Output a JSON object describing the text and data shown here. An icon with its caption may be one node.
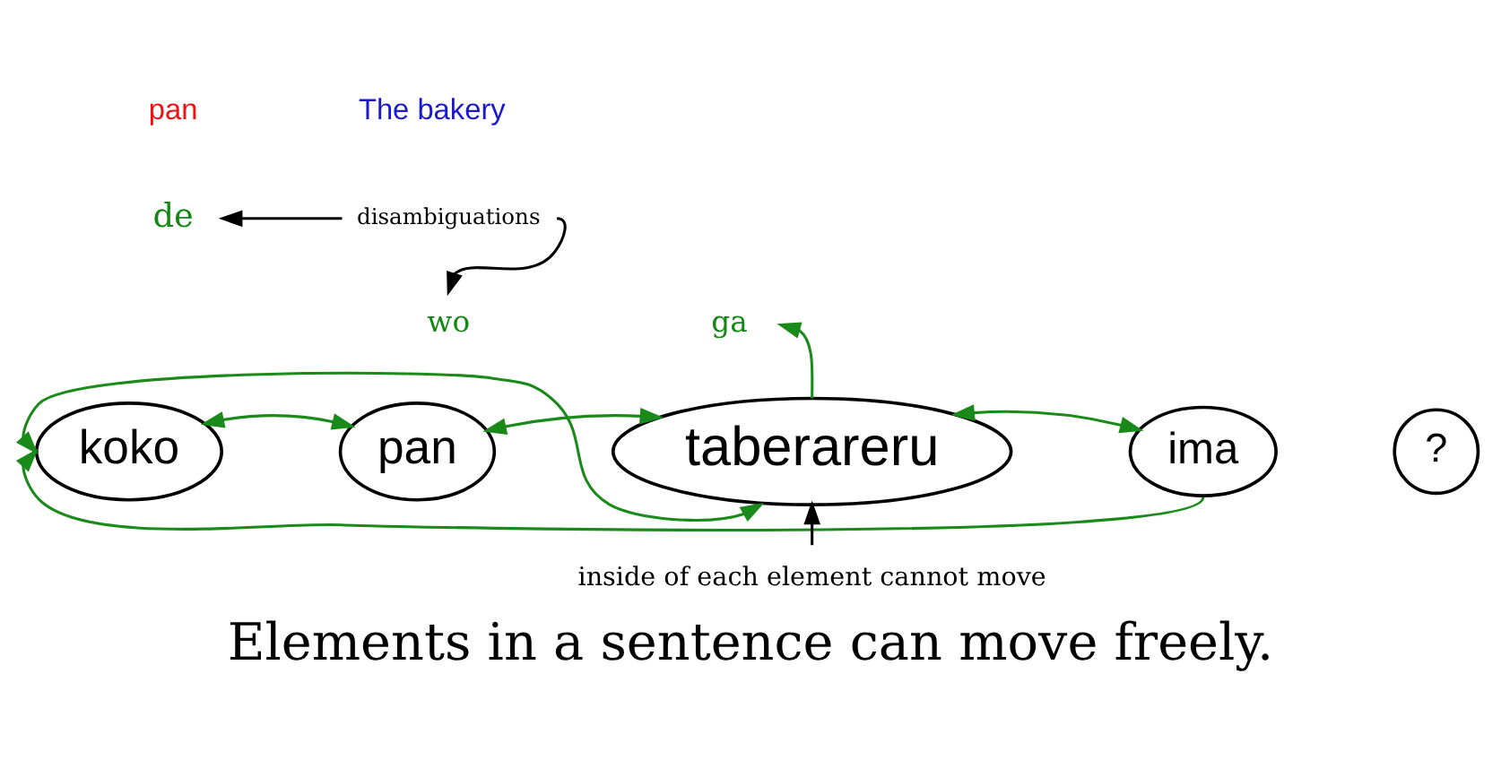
{
  "diagram": {
    "caption": "Elements in a sentence can move freely.",
    "nodes": [
      {
        "text": [
          "koko"
        ]
      },
      {
        "text": [
          "pan"
        ]
      },
      {
        "text": [
          "taberareru"
        ]
      },
      {
        "text": [
          "ima"
        ]
      },
      {
        "text": [
          "?"
        ]
      },
      {
        "text": [
          "de"
        ]
      },
      {
        "text": [
          "ga"
        ]
      },
      {
        "text": [
          "wo"
        ]
      },
      {
        "text": [
          "disambiguations"
        ]
      },
      {
        "text": [
          "inside of each element cannot move"
        ]
      }
    ],
    "edges": [
      {
        "from": 0,
        "to": 1,
        "arrow": "both"
      },
      {
        "from": 1,
        "to": 2,
        "arrow": "both"
      },
      {
        "from": 0,
        "to": 2,
        "arrow": "both"
      },
      {
        "from": 2,
        "to": 3,
        "arrow": "both"
      },
      {
        "from": 3,
        "to": 0,
        "arrow": "to"
      },
      {
        "from": 2,
        "to": 6,
        "arrow": "to"
      },
      {
        "from": 8,
        "to": 5,
        "arrow": "to",
        "color": "#000000"
      },
      {
        "from": 8,
        "to": 7,
        "arrow": "to",
        "color": "#000000"
      },
      {
        "from": 9,
        "to": 2,
        "arrow": "to",
        "color": "#000000"
      }
    ],
    "labels": [
      "The bakery",
      "pan"
    ]
  }
}
